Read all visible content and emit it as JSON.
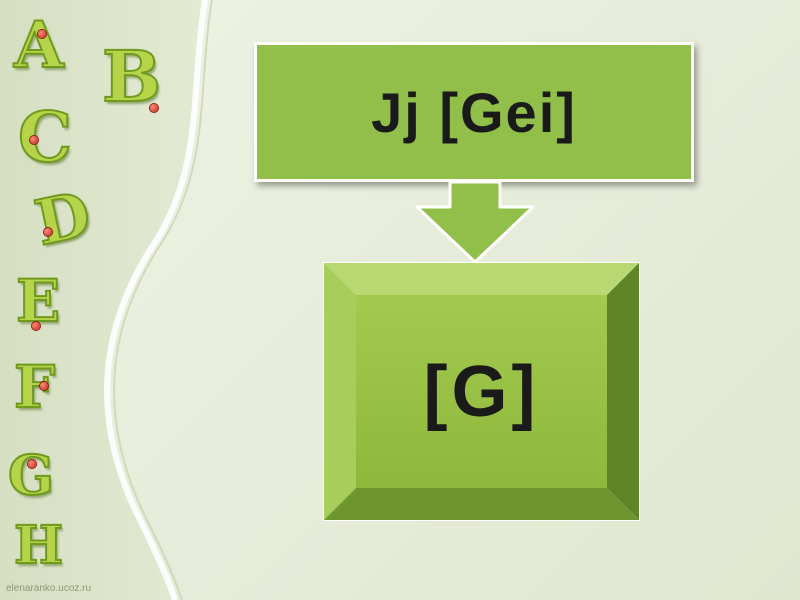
{
  "decoration": {
    "letters": [
      "A",
      "B",
      "C",
      "D",
      "E",
      "F",
      "G",
      "H"
    ],
    "watermark": "elenaranko.ucoz.ru"
  },
  "diagram": {
    "top_box_text": "Jj [Gei]",
    "bottom_box_text": "[G]",
    "colors": {
      "top_box": "#92bf4a",
      "bottom_face": "#9cc446",
      "arrow": "#92bf4a"
    }
  }
}
